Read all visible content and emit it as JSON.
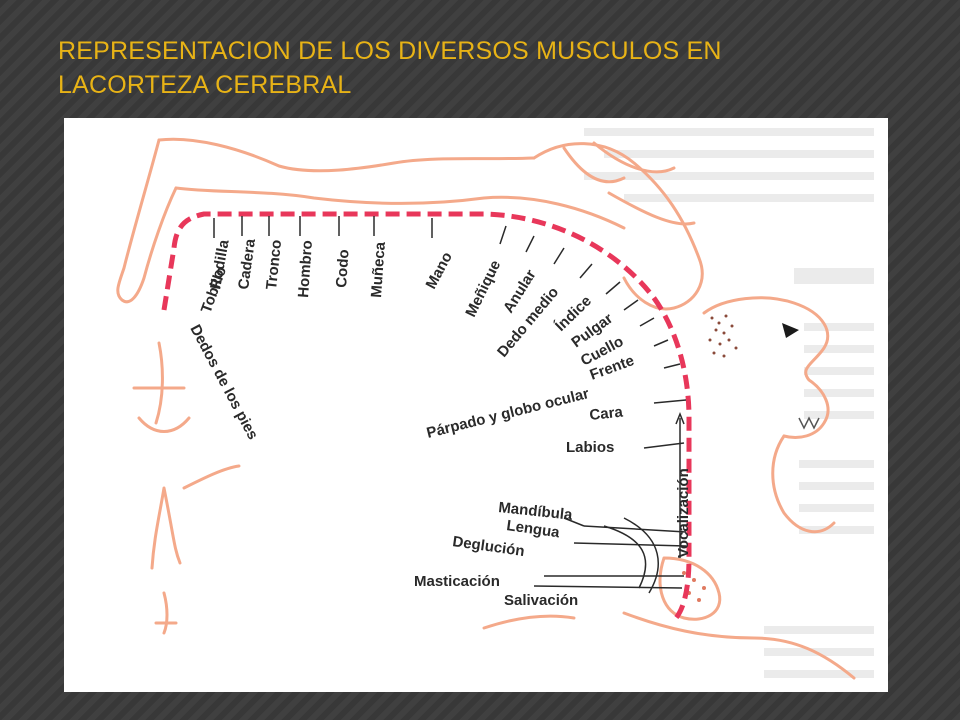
{
  "slide": {
    "title_line1": "REPRESENTACION DE LOS DIVERSOS MUSCULOS EN",
    "title_line2": "LACORTEZA CEREBRAL"
  },
  "colors": {
    "background": "#3b3b3b",
    "title": "#e8b316",
    "homunculus": "#f4a98a",
    "cortex_line": "#e8375a"
  },
  "diagram": {
    "labels": {
      "dedos_pies": "Dedos de los pies",
      "tobillo": "Tobillo",
      "rodilla": "Rodilla",
      "cadera": "Cadera",
      "tronco": "Tronco",
      "hombro": "Hombro",
      "codo": "Codo",
      "muneca": "Muñeca",
      "mano": "Mano",
      "menique": "Meñique",
      "anular": "Anular",
      "dedo_medio": "Dedo medio",
      "indice": "Índice",
      "pulgar": "Pulgar",
      "cuello": "Cuello",
      "frente": "Frente",
      "parpado": "Párpado y globo ocular",
      "cara": "Cara",
      "labios": "Labios",
      "vocalizacion": "Vocalización",
      "mandibula": "Mandíbula",
      "lengua": "Lengua",
      "deglucion": "Deglución",
      "masticacion": "Masticación",
      "salivacion": "Salivación"
    }
  }
}
